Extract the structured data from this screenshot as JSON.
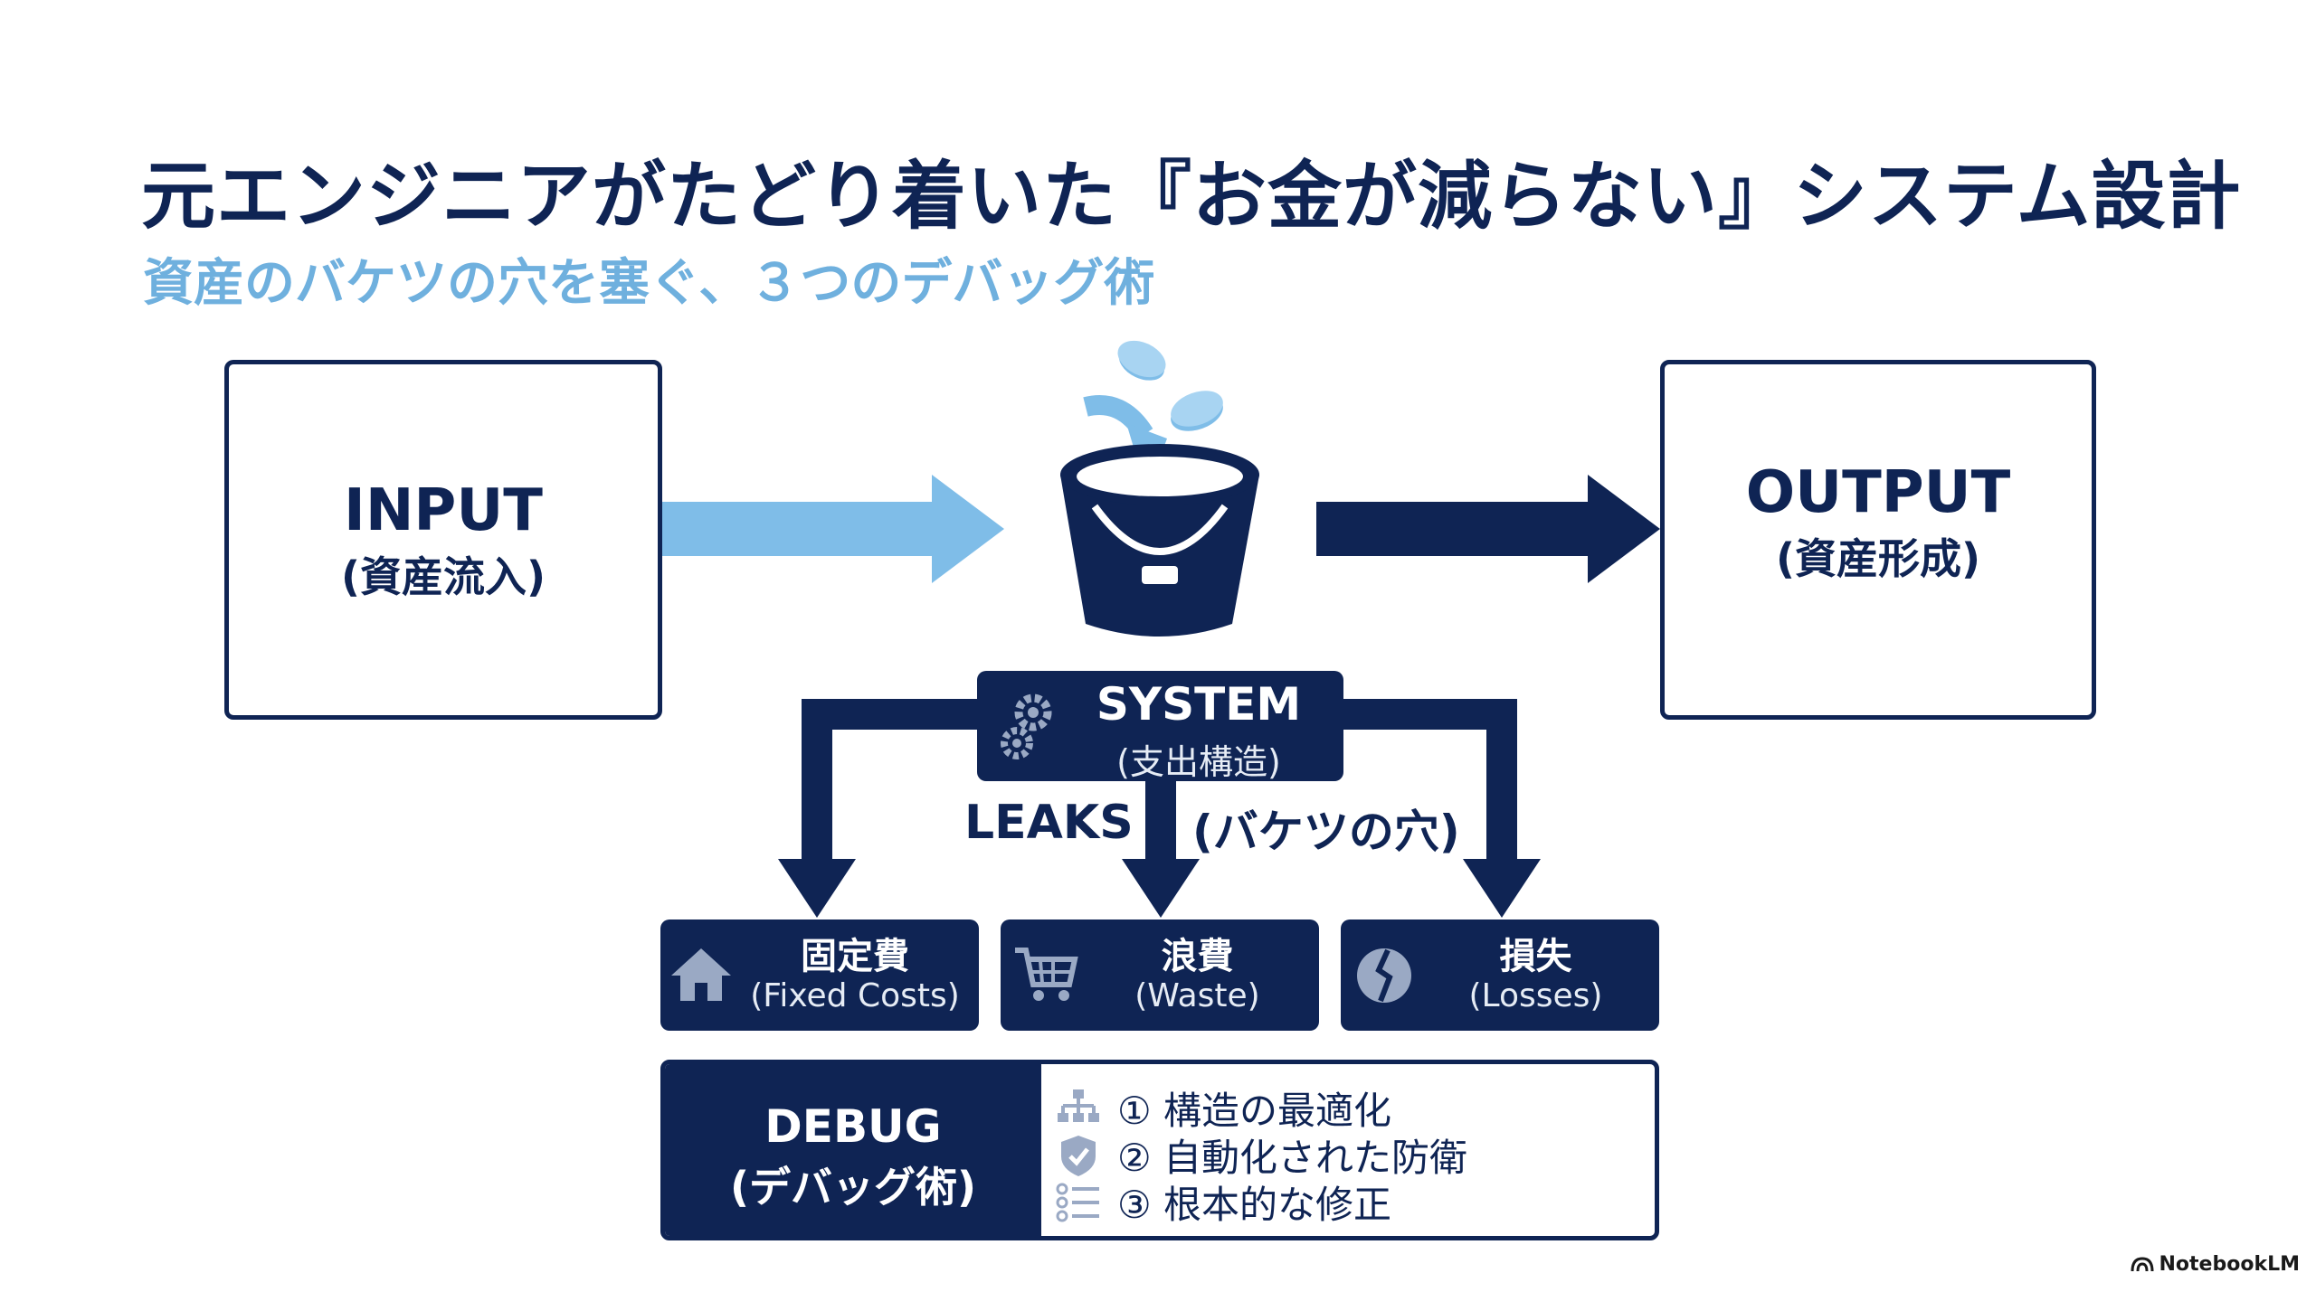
{
  "header": {
    "title": "元エンジニアがたどり着いた『お金が減らない』システム設計",
    "subtitle": "資産のバケツの穴を塞ぐ、３つのデバッグ術"
  },
  "input_box": {
    "label": "INPUT",
    "sublabel": "(資産流入)"
  },
  "output_box": {
    "label": "OUTPUT",
    "sublabel": "(資産形成)"
  },
  "system_box": {
    "label": "SYSTEM",
    "sublabel": "(支出構造)"
  },
  "leaks": {
    "label": "LEAKS",
    "sublabel": "(バケツの穴)"
  },
  "leak_items": [
    {
      "title": "固定費",
      "sub": "(Fixed Costs)",
      "icon": "house-icon"
    },
    {
      "title": "浪費",
      "sub": "(Waste)",
      "icon": "shopping-cart-icon"
    },
    {
      "title": "損失",
      "sub": "(Losses)",
      "icon": "broken-coin-icon"
    }
  ],
  "debug": {
    "label": "DEBUG",
    "sublabel": "(デバッグ術)",
    "items": [
      {
        "text": "① 構造の最適化",
        "icon": "hierarchy-icon"
      },
      {
        "text": "② 自動化された防衛",
        "icon": "shield-check-icon"
      },
      {
        "text": "③ 根本的な修正",
        "icon": "checklist-icon"
      }
    ]
  },
  "footer": {
    "brand": "NotebookLM"
  },
  "colors": {
    "navy": "#0f2454",
    "light_blue": "#6fb0de",
    "arrow_light": "#7fbde8"
  }
}
